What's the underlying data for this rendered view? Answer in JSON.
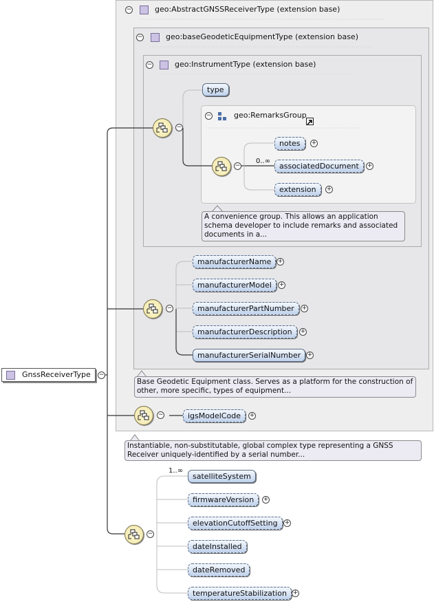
{
  "root": {
    "label": "GnssReceiverType"
  },
  "abstract_type": {
    "title": "geo:AbstractGNSSReceiverType (extension base)"
  },
  "base_equipment": {
    "title": "geo:baseGeodeticEquipmentType (extension base)"
  },
  "instrument": {
    "title": "geo:InstrumentType (extension base)"
  },
  "instrument_elements": {
    "type": "type"
  },
  "remarks_group": {
    "title": "geo:RemarksGroup",
    "multiplicity": "0..∞",
    "elements": [
      "notes",
      "associatedDocument",
      "extension"
    ],
    "note": "A convenience group. This allows an application schema developer to include remarks and associated documents in a..."
  },
  "manufacturer_elements": [
    "manufacturerName",
    "manufacturerModel",
    "manufacturerPartNumber",
    "manufacturerDescription",
    "manufacturerSerialNumber"
  ],
  "base_equipment_note": "Base Geodetic Equipment class. Serves as a platform for the construction of other, more specific, types of equipment...",
  "abstract_elements": [
    "igsModelCode"
  ],
  "gnss_note": "Instantiable, non-substitutable, global complex type representing a GNSS Receiver uniquely-identified by a serial number...",
  "gnss_elements": {
    "multiplicity": "1..∞",
    "items": [
      "satelliteSystem",
      "firmwareVersion",
      "elevationCutoffSetting",
      "dateInstalled",
      "dateRemoved",
      "temperatureStabilization"
    ]
  },
  "symbols": {
    "minus": "⊖",
    "plus": "+",
    "collapse": "−"
  },
  "colors": {
    "element_fill": "#bfd1ec",
    "sequence_fill": "#efe39f",
    "type_square": "#cbc2e4"
  }
}
